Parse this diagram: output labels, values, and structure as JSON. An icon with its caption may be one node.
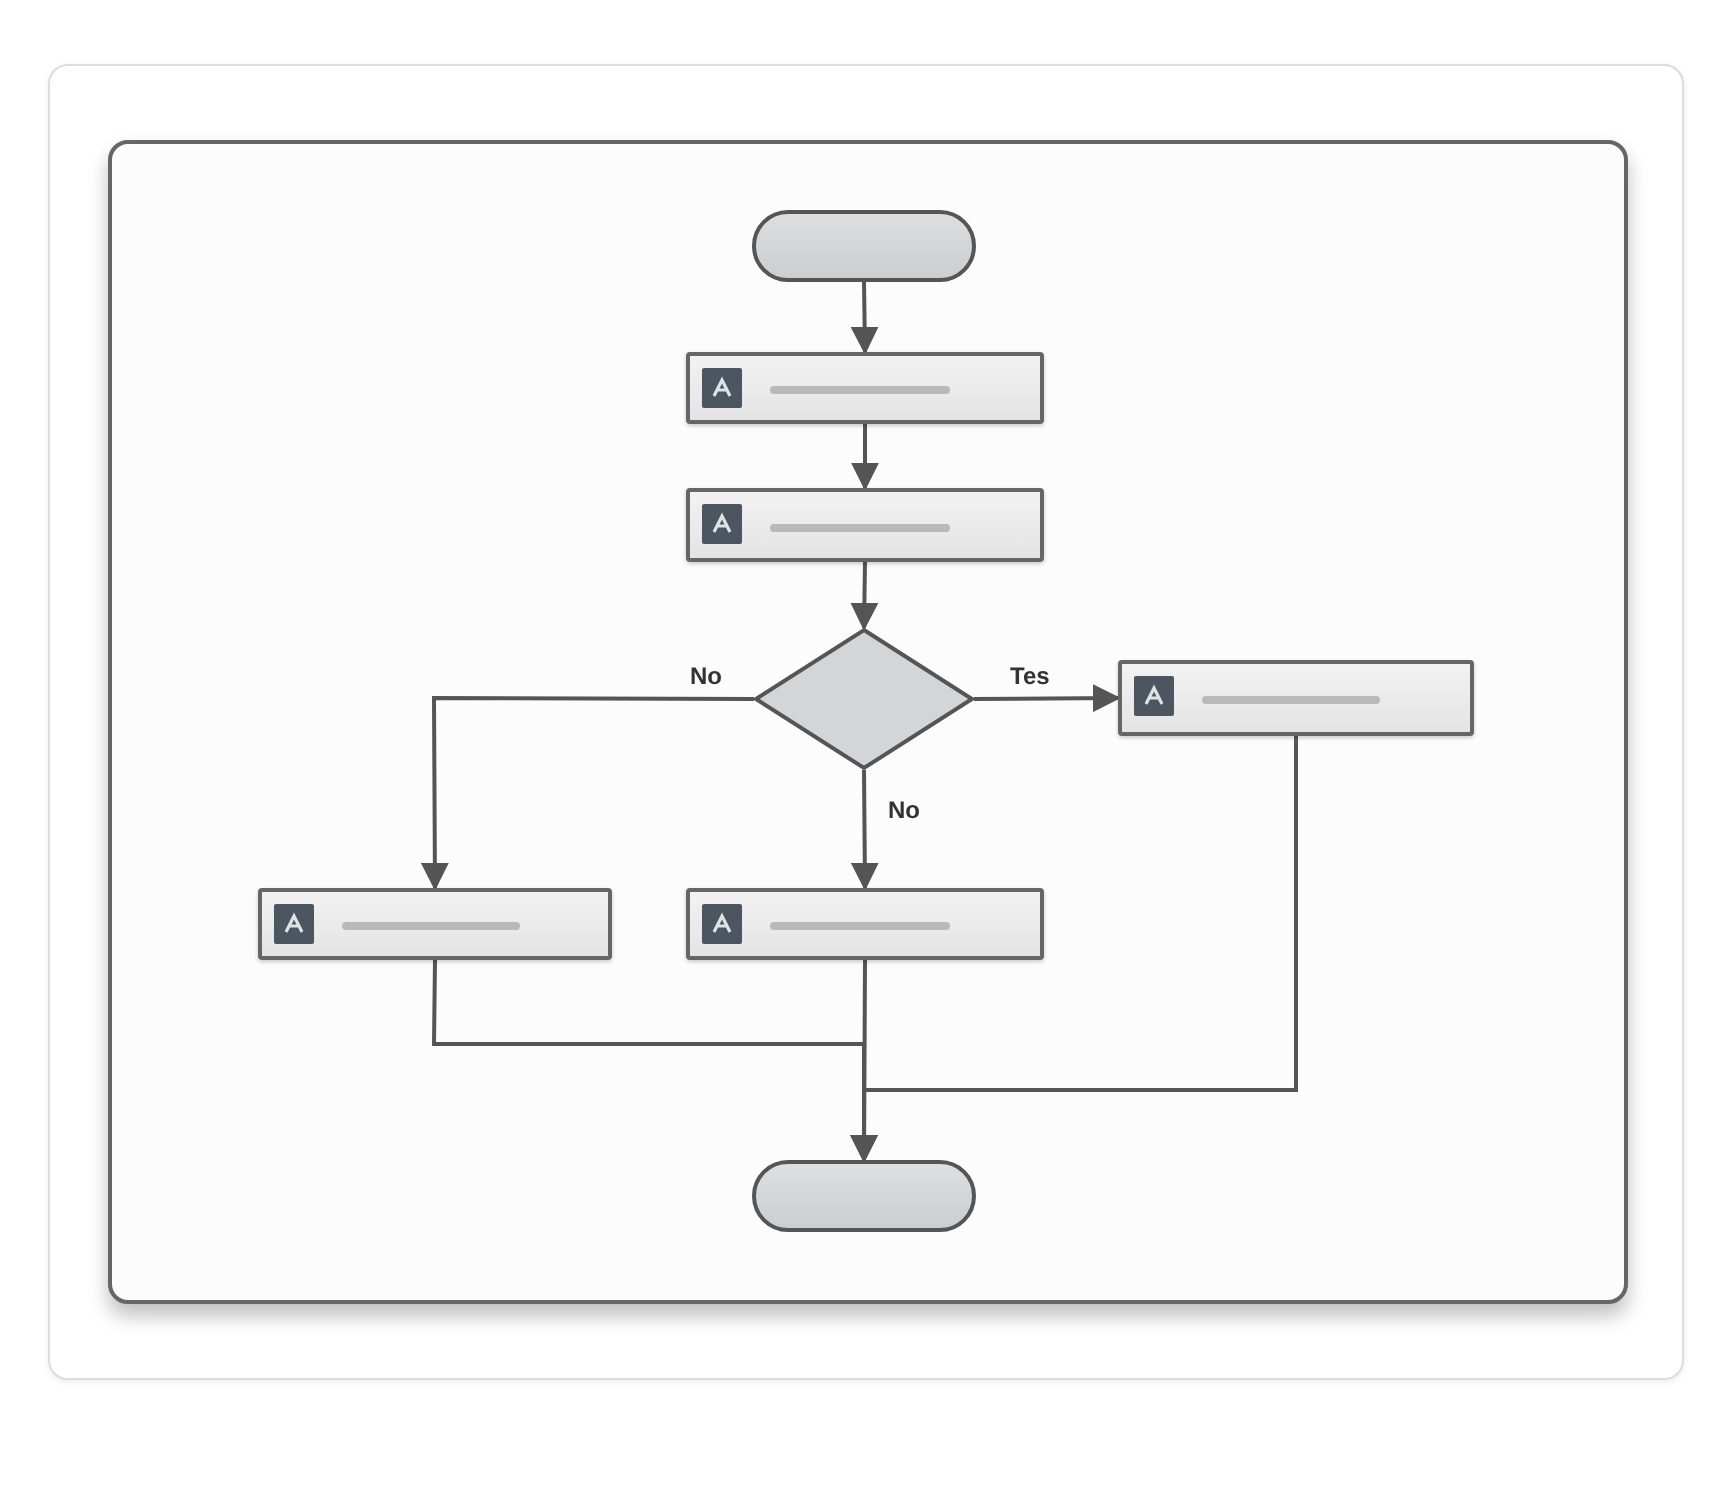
{
  "diagram": {
    "nodes": [
      {
        "text": [],
        "shape": "pill"
      },
      {
        "text": [],
        "shape": "box"
      },
      {
        "text": [],
        "shape": "box"
      },
      {
        "text": [],
        "shape": "diamond"
      },
      {
        "text": [],
        "shape": "box"
      },
      {
        "text": [],
        "shape": "box"
      },
      {
        "text": [],
        "shape": "box"
      },
      {
        "text": [],
        "shape": "pill"
      }
    ],
    "edges": [
      {
        "from": 0,
        "to": 1,
        "arrow": "to"
      },
      {
        "from": 1,
        "to": 2,
        "arrow": "to"
      },
      {
        "from": 2,
        "to": 3,
        "arrow": "to"
      },
      {
        "from": 3,
        "to": 5,
        "arrow": "to",
        "label": "No"
      },
      {
        "from": 3,
        "to": 6,
        "arrow": "to",
        "label": "No"
      },
      {
        "from": 3,
        "to": 4,
        "arrow": "to",
        "label": "Tes"
      },
      {
        "from": 5,
        "to": 7,
        "arrow": "to"
      },
      {
        "from": 6,
        "to": 7,
        "arrow": "to"
      },
      {
        "from": 4,
        "to": 7,
        "arrow": "to"
      }
    ]
  }
}
